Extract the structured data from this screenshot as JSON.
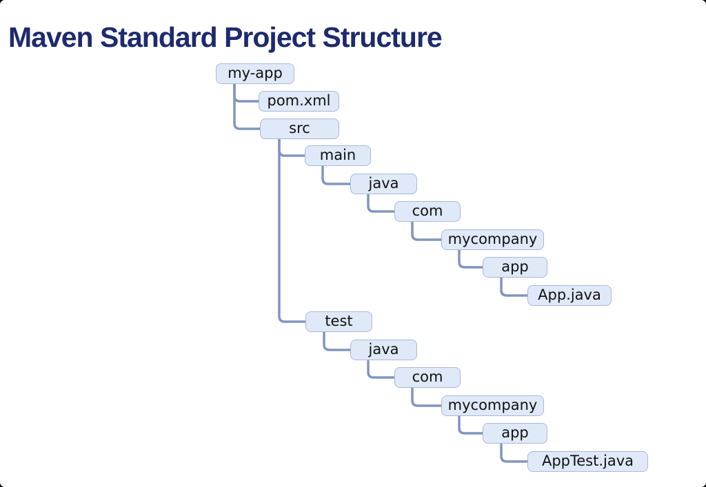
{
  "title": "Maven Standard Project Structure",
  "colors": {
    "title_text": "#1e2a6e",
    "node_fill": "#dfe9f8",
    "node_border": "#a9b9d8",
    "connector": "#8095c0",
    "node_text": "#111111",
    "background": "#ffffff"
  },
  "tree": {
    "root": "my-app",
    "nodes": [
      {
        "label": "my-app",
        "parent": null,
        "depth": 0
      },
      {
        "label": "pom.xml",
        "parent": "my-app",
        "depth": 1
      },
      {
        "label": "src",
        "parent": "my-app",
        "depth": 1
      },
      {
        "label": "main",
        "parent": "src",
        "depth": 2
      },
      {
        "label": "java",
        "parent": "src/main",
        "depth": 3
      },
      {
        "label": "com",
        "parent": "src/main/java",
        "depth": 4
      },
      {
        "label": "mycompany",
        "parent": "src/main/java/com",
        "depth": 5
      },
      {
        "label": "app",
        "parent": "src/main/java/com/mycompany",
        "depth": 6
      },
      {
        "label": "App.java",
        "parent": "src/main/java/com/mycompany/app",
        "depth": 7
      },
      {
        "label": "test",
        "parent": "src",
        "depth": 2
      },
      {
        "label": "java",
        "parent": "src/test",
        "depth": 3
      },
      {
        "label": "com",
        "parent": "src/test/java",
        "depth": 4
      },
      {
        "label": "mycompany",
        "parent": "src/test/java/com",
        "depth": 5
      },
      {
        "label": "app",
        "parent": "src/test/java/com/mycompany",
        "depth": 6
      },
      {
        "label": "AppTest.java",
        "parent": "src/test/java/com/mycompany/app",
        "depth": 7
      }
    ]
  }
}
